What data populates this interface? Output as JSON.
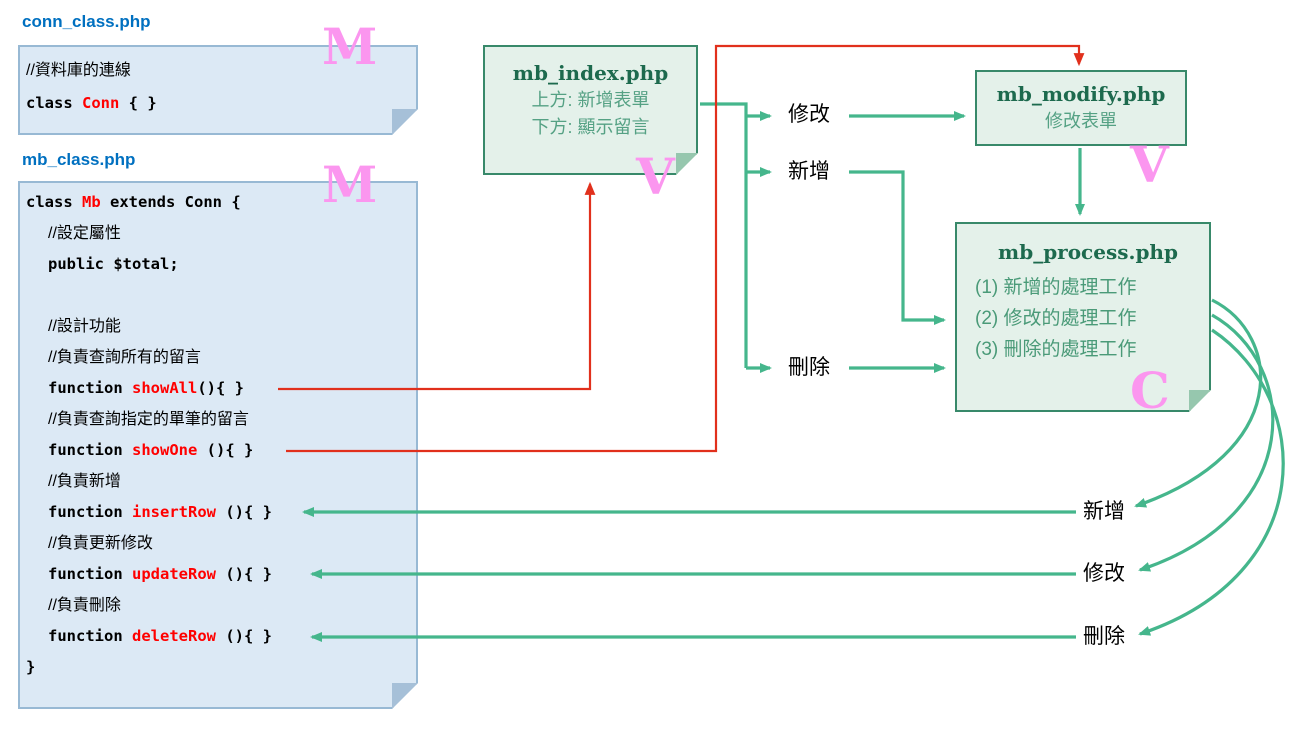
{
  "conn_file": {
    "label": "conn_class.php",
    "comment": "//資料庫的連線",
    "code_pre": "class ",
    "code_red": "Conn",
    "code_post": " { }"
  },
  "mb_file": {
    "label": "mb_class.php",
    "lines": [
      {
        "pre": "class ",
        "red": "Mb",
        "post": " extends Conn {"
      },
      {
        "text": "//設定屬性"
      },
      {
        "code": "public $total;"
      },
      {
        "text": ""
      },
      {
        "text": "//設計功能"
      },
      {
        "text": "//負責查詢所有的留言"
      },
      {
        "pre": "function ",
        "red": "showAll",
        "post": "(){ }"
      },
      {
        "text": "//負責查詢指定的單筆的留言"
      },
      {
        "pre": "function ",
        "red": "showOne",
        "post": " (){ }"
      },
      {
        "text": "//負責新增"
      },
      {
        "pre": "function ",
        "red": "insertRow",
        "post": " (){ }"
      },
      {
        "text": "//負責更新修改"
      },
      {
        "pre": "function ",
        "red": "updateRow",
        "post": " (){ }"
      },
      {
        "text": "//負責刪除"
      },
      {
        "pre": "function ",
        "red": "deleteRow",
        "post": " (){ }"
      },
      {
        "code": "}"
      }
    ]
  },
  "index_box": {
    "title": "mb_index.php",
    "line1": "上方: 新增表單",
    "line2": "下方: 顯示留言"
  },
  "modify_box": {
    "title": "mb_modify.php",
    "line1": "修改表單"
  },
  "process_box": {
    "title": "mb_process.php",
    "item1": "(1) 新增的處理工作",
    "item2": "(2) 修改的處理工作",
    "item3": "(3) 刪除的處理工作"
  },
  "mvc_letters": {
    "model_conn": "M",
    "model_mb": "M",
    "view_index": "V",
    "view_modify": "V",
    "controller": "C"
  },
  "branch_labels": {
    "modify": "修改",
    "insert": "新增",
    "delete": "刪除"
  },
  "return_labels": {
    "insert": "新增",
    "modify": "修改",
    "delete": "刪除"
  },
  "colors": {
    "note_blue_fill": "#dce9f5",
    "note_blue_border": "#98b9d4",
    "note_green_fill": "#e4f1ea",
    "note_green_border": "#38896a",
    "label_blue": "#0070c0",
    "code_red": "#ff0000",
    "arrow_green": "#45b68c",
    "arrow_red": "#e1301c",
    "accent_pink": "#fb96ef"
  }
}
